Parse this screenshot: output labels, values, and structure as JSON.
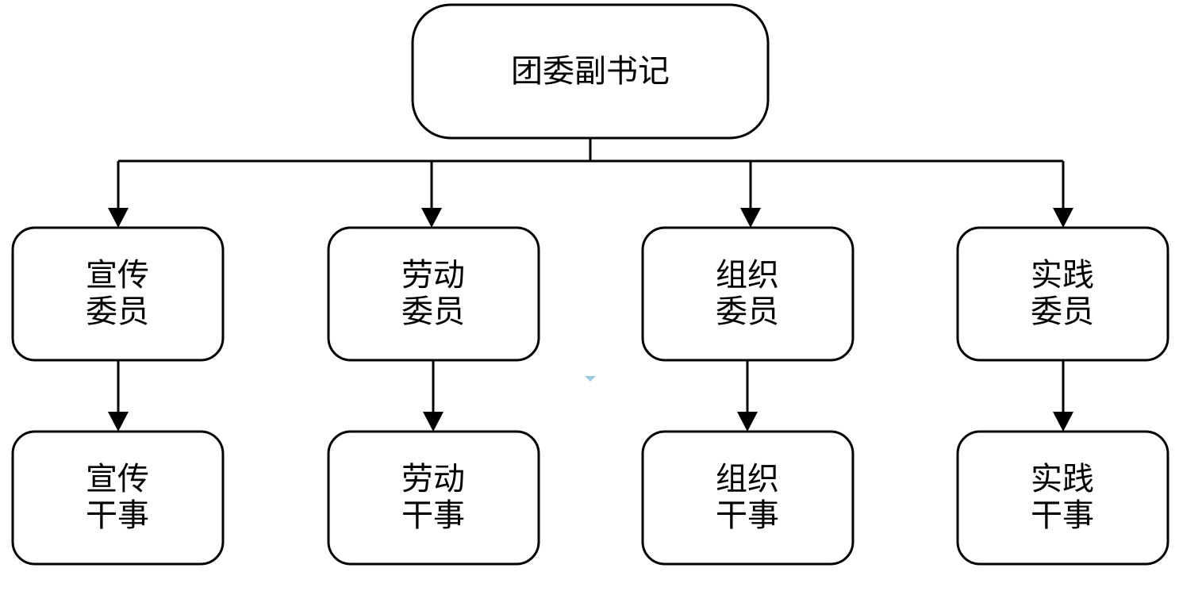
{
  "diagram": {
    "root": {
      "label": "团委副书记"
    },
    "committee": [
      {
        "line1": "宣传",
        "line2": "委员"
      },
      {
        "line1": "劳动",
        "line2": "委员"
      },
      {
        "line1": "组织",
        "line2": "委员"
      },
      {
        "line1": "实践",
        "line2": "委员"
      }
    ],
    "staff": [
      {
        "line1": "宣传",
        "line2": "干事"
      },
      {
        "line1": "劳动",
        "line2": "干事"
      },
      {
        "line1": "组织",
        "line2": "干事"
      },
      {
        "line1": "实践",
        "line2": "干事"
      }
    ],
    "colors": {
      "stroke": "#000000",
      "fill": "#ffffff",
      "marker": "#9ecae1"
    }
  }
}
